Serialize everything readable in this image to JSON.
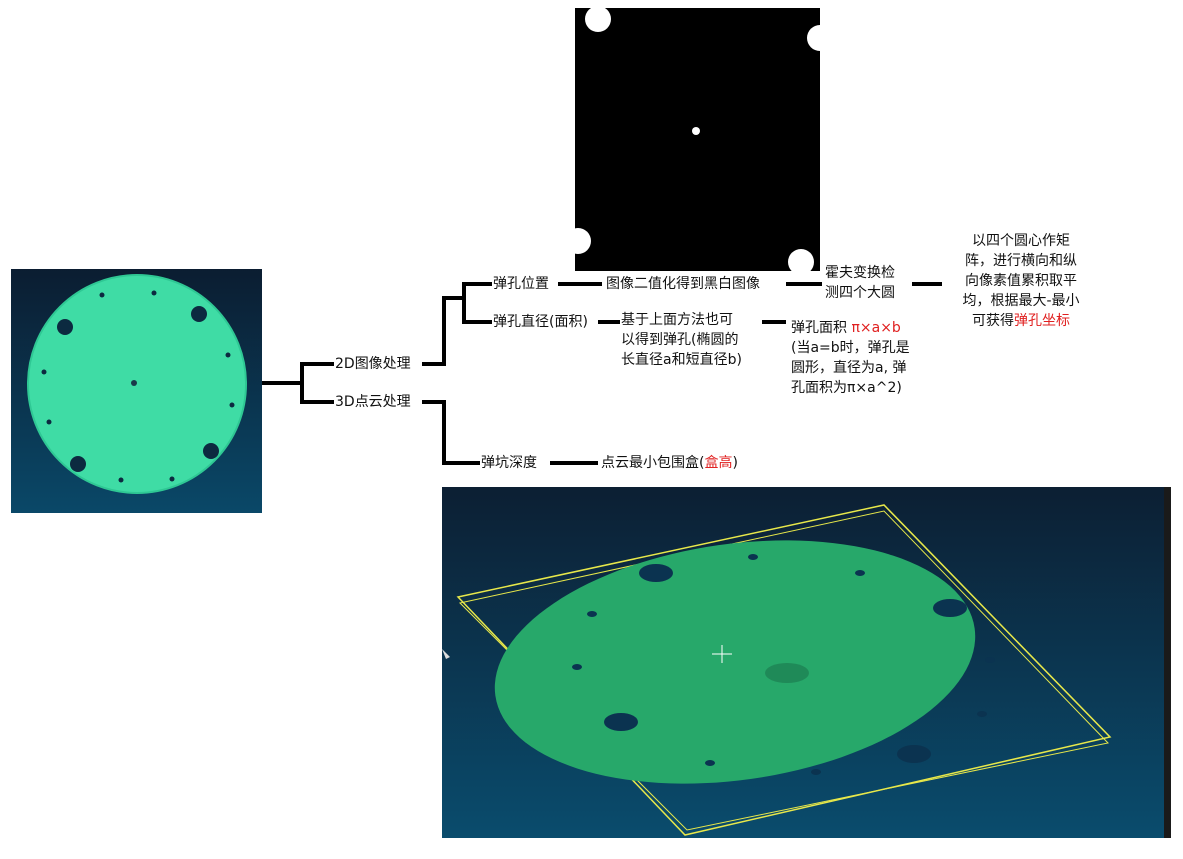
{
  "nodes": {
    "pos": "弹孔位置",
    "binarize": "图像二值化得到黑白图像",
    "hough_1": "霍夫变换检",
    "hough_2": "测四个大圆",
    "rect_1": "以四个圆心作矩",
    "rect_2": "阵，进行横向和纵",
    "rect_3": "向像素值累积取平",
    "rect_4": "均，根据最大-最小",
    "rect_5_prefix": "可获得",
    "rect_5_red": "弹孔坐标",
    "diam": "弹孔直径(面积)",
    "ellipse_1": "基于上面方法也可",
    "ellipse_2": "以得到弹孔(椭圆的",
    "ellipse_3": "长直径a和短直径b)",
    "area_prefix": "弹孔面积 ",
    "area_red": "π×a×b",
    "area_1": "(当a=b时，弹孔是",
    "area_2": "圆形，直径为a, 弹",
    "area_3": "孔面积为π×a^2)",
    "proc2d": "2D图像处理",
    "proc3d": "3D点云处理",
    "depth": "弹坑深度",
    "bbox_prefix": "点云最小包围盒(",
    "bbox_red": "盒高",
    "bbox_suffix": ")"
  },
  "colors": {
    "red": "#e02020",
    "connector": "#000000",
    "pc_bg_top": "#0d1f33",
    "pc_bg_bottom": "#0a4a6b",
    "disc": "#3fdca5",
    "disc3d": "#27a86a",
    "bbox": "#e8e84a"
  }
}
